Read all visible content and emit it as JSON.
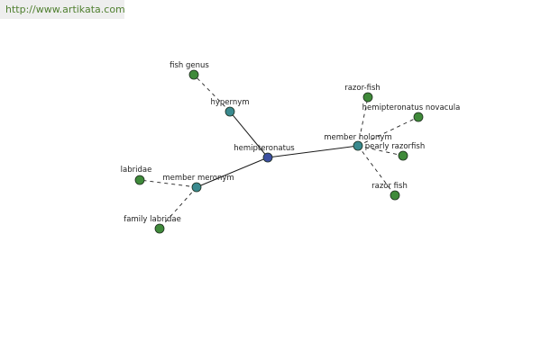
{
  "site_url": "http://www.artikata.com",
  "colors": {
    "center": "#3c4fa0",
    "relation": "#3a8a8f",
    "leaf": "#3f8a3a",
    "node_stroke": "#1d2d1d",
    "solid_edge": "#1a1a1a",
    "dashed_edge": "#222222"
  },
  "nodes": [
    {
      "id": "center",
      "label": "hemipteronatus",
      "kind": "center"
    },
    {
      "id": "hypernym",
      "label": "hypernym",
      "kind": "relation"
    },
    {
      "id": "member_holonym",
      "label": "member holonym",
      "kind": "relation"
    },
    {
      "id": "member_meronym",
      "label": "member meronym",
      "kind": "relation"
    },
    {
      "id": "fish_genus",
      "label": "fish genus",
      "kind": "leaf"
    },
    {
      "id": "razor_fish_hyphen",
      "label": "razor-fish",
      "kind": "leaf"
    },
    {
      "id": "hemipteronatus_novacula",
      "label": "hemipteronatus novacula",
      "kind": "leaf"
    },
    {
      "id": "pearly_razorfish",
      "label": "pearly razorfish",
      "kind": "leaf"
    },
    {
      "id": "razor_fish",
      "label": "razor fish",
      "kind": "leaf"
    },
    {
      "id": "labridae",
      "label": "labridae",
      "kind": "leaf"
    },
    {
      "id": "family_labridae",
      "label": "family labridae",
      "kind": "leaf"
    }
  ],
  "edges": [
    {
      "from": "center",
      "to": "hypernym",
      "style": "solid"
    },
    {
      "from": "center",
      "to": "member_holonym",
      "style": "solid"
    },
    {
      "from": "center",
      "to": "member_meronym",
      "style": "solid"
    },
    {
      "from": "hypernym",
      "to": "fish_genus",
      "style": "dashed"
    },
    {
      "from": "member_holonym",
      "to": "razor_fish_hyphen",
      "style": "dashed"
    },
    {
      "from": "member_holonym",
      "to": "hemipteronatus_novacula",
      "style": "dashed"
    },
    {
      "from": "member_holonym",
      "to": "pearly_razorfish",
      "style": "dashed"
    },
    {
      "from": "member_holonym",
      "to": "razor_fish",
      "style": "dashed"
    },
    {
      "from": "member_meronym",
      "to": "labridae",
      "style": "dashed"
    },
    {
      "from": "member_meronym",
      "to": "family_labridae",
      "style": "dashed"
    }
  ]
}
